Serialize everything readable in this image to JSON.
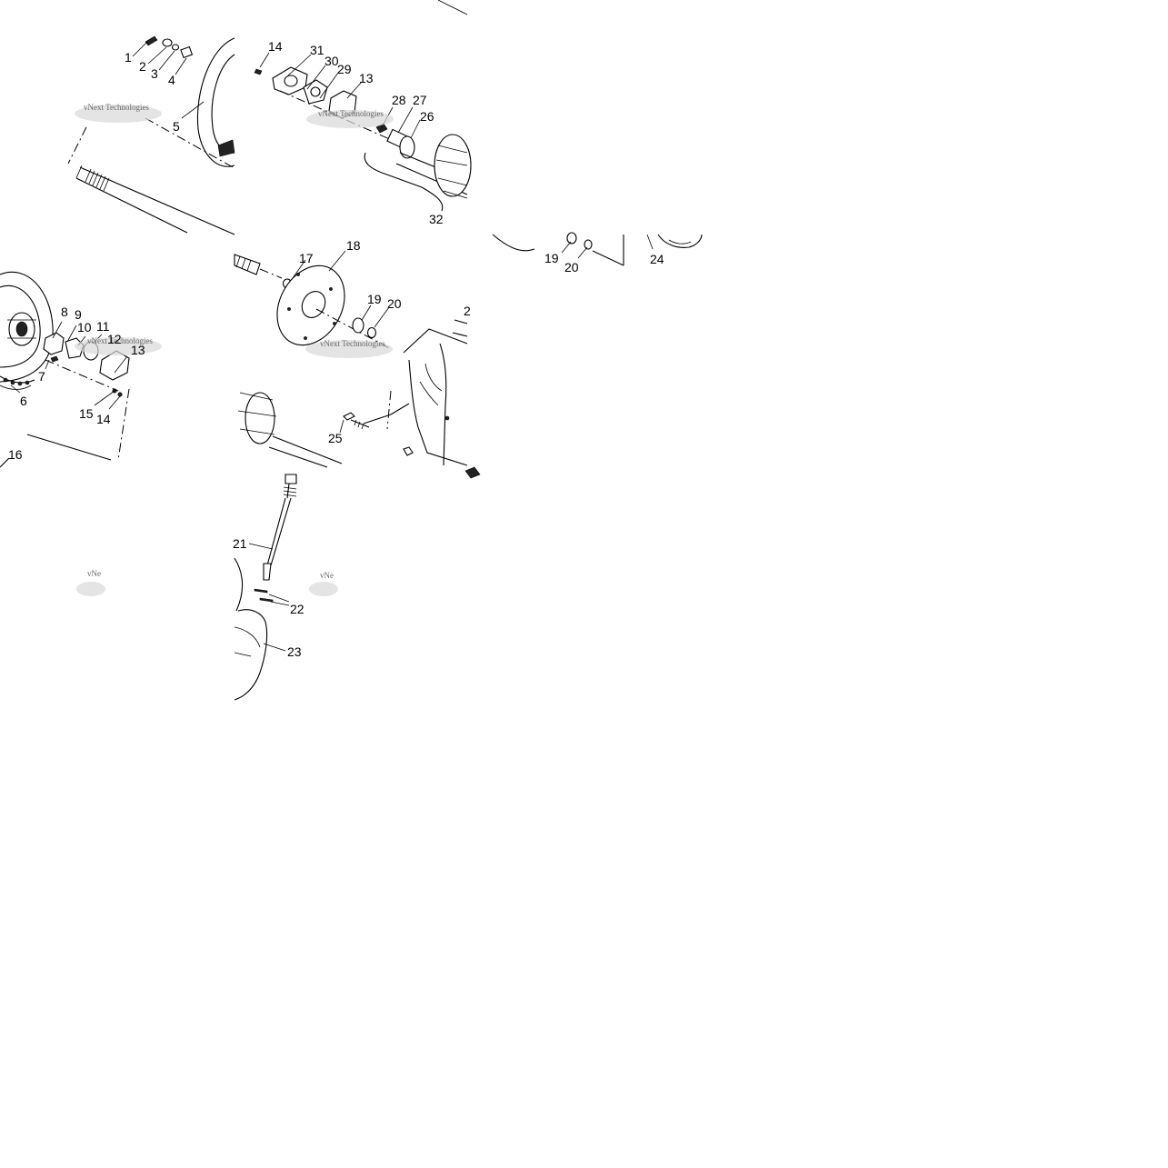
{
  "watermark_text": "vNext Technologies",
  "watermark_partial": "vNe",
  "tiles": {
    "top_left": {
      "labels": [
        "1",
        "2",
        "3",
        "4",
        "5"
      ]
    },
    "top_middle": {
      "labels": [
        "14",
        "31",
        "30",
        "29",
        "13",
        "28",
        "27",
        "26",
        "32"
      ]
    },
    "middle_left": {
      "labels": [
        "8",
        "9",
        "10",
        "11",
        "12",
        "13",
        "7",
        "6",
        "15",
        "14",
        "16"
      ]
    },
    "center": {
      "labels": [
        "17",
        "18",
        "19",
        "20",
        "2",
        "25"
      ]
    },
    "middle_right": {
      "labels": [
        "19",
        "20",
        "24"
      ]
    },
    "bottom_middle": {
      "labels": [
        "21",
        "22",
        "23"
      ]
    }
  }
}
